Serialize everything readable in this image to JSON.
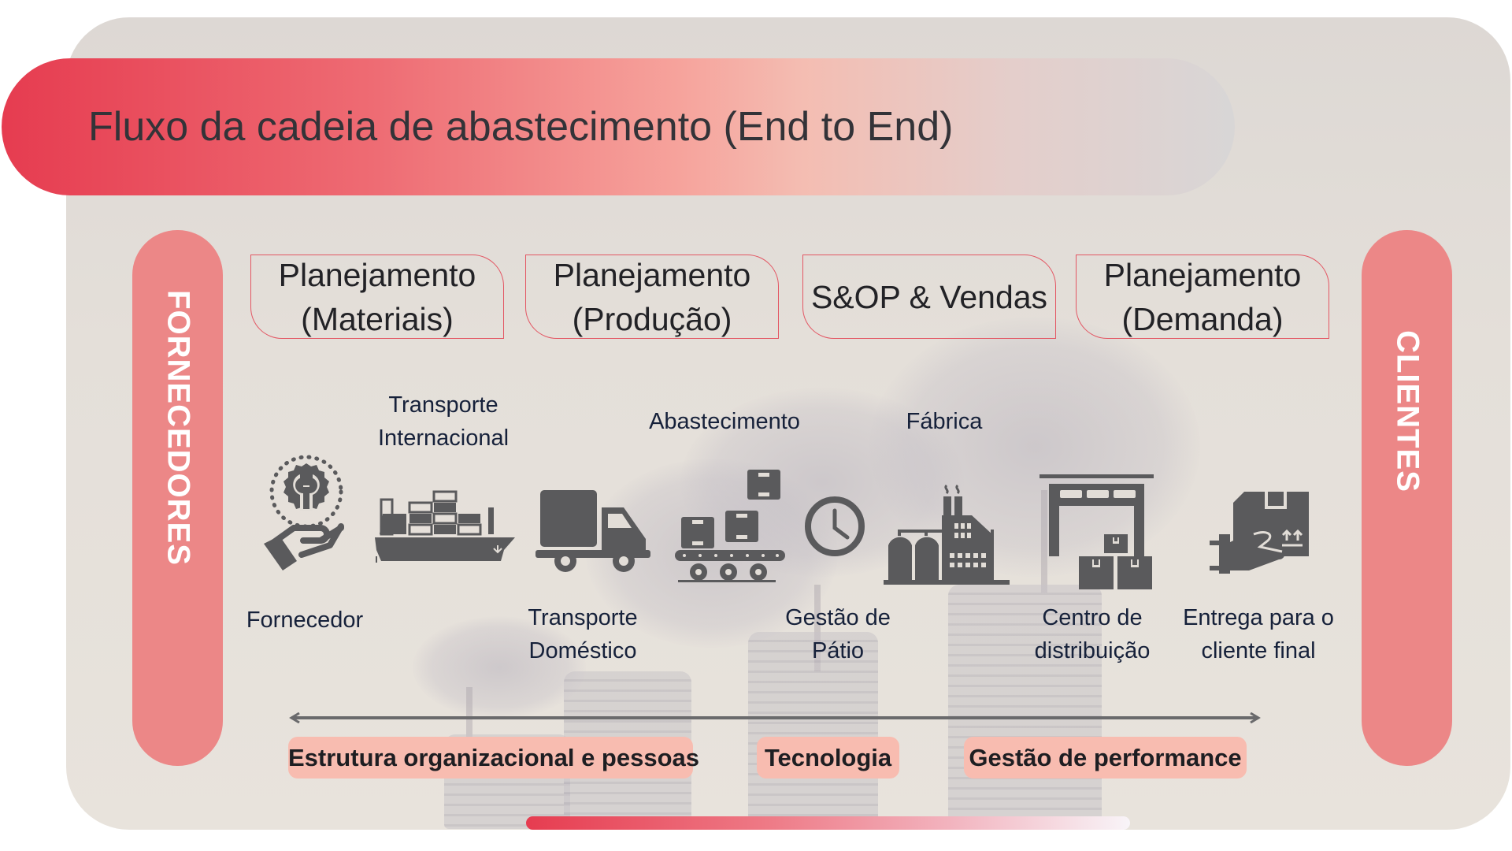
{
  "title": "Fluxo da cadeia de abastecimento (End to End)",
  "side_bars": {
    "left": "FORNECEDORES",
    "right": "CLIENTES"
  },
  "planning_boxes": [
    {
      "line1": "Planejamento",
      "line2": "(Materiais)"
    },
    {
      "line1": "Planejamento",
      "line2": "(Produção)"
    },
    {
      "line1": "S&OP & Vendas",
      "line2": ""
    },
    {
      "line1": "Planejamento",
      "line2": "(Demanda)"
    }
  ],
  "flow_steps": [
    {
      "icon": "supplier-hand-gear-icon",
      "label": [
        "Fornecedor"
      ]
    },
    {
      "icon": "cargo-ship-icon",
      "label": [
        "Transporte",
        "Internacional"
      ]
    },
    {
      "icon": "truck-icon",
      "label": [
        "Transporte",
        "Doméstico"
      ]
    },
    {
      "icon": "conveyor-boxes-icon",
      "label": [
        "Abastecimento"
      ]
    },
    {
      "icon": "clock-icon",
      "label": [
        "Gestão de",
        "Pátio"
      ]
    },
    {
      "icon": "factory-icon",
      "label": [
        "Fábrica"
      ]
    },
    {
      "icon": "warehouse-icon",
      "label": [
        "Centro de",
        "distribuição"
      ]
    },
    {
      "icon": "delivery-hand-box-icon",
      "label": [
        "Entrega para o",
        "cliente final"
      ]
    }
  ],
  "pillars": [
    "Estrutura organizacional e pessoas",
    "Tecnologia",
    "Gestão de performance"
  ],
  "colors": {
    "accent_red": "#e63c50",
    "side_bar": "#ec8787",
    "pill_bg": "#f8bcb0",
    "box_border": "#e35663",
    "icon_gray": "#5a5a5c",
    "label_navy": "#16213a",
    "card_bg": "#e2ddd7"
  }
}
